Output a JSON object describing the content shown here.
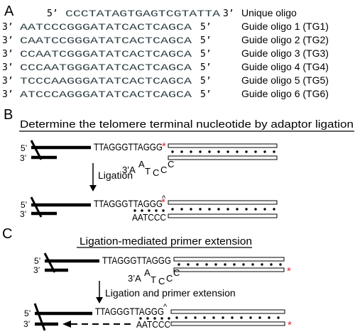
{
  "colors": {
    "ink": "#000000",
    "seq": "#2f3f44",
    "star": "#e0243a",
    "tube": "#ffffff"
  },
  "panel_a": {
    "label": "A",
    "unique": {
      "prefix": "5’",
      "seq": "CCCTATAGTGAGTCGTATTA",
      "suffix": "3’",
      "name": "Unique oligo"
    },
    "guides": [
      {
        "prefix": "3’",
        "seq": "AATCCCGGGATATCACTCAGCA",
        "suffix": "5’",
        "name": "Guide oligo 1 (TG1)"
      },
      {
        "prefix": "3’",
        "seq": "CAATCCGGGATATCACTCAGCA",
        "suffix": "5’",
        "name": "Guide oligo 2 (TG2)"
      },
      {
        "prefix": "3’",
        "seq": "CCAATCGGGATATCACTCAGCA",
        "suffix": "5’",
        "name": "Guide oligo 3 (TG3)"
      },
      {
        "prefix": "3’",
        "seq": "CCCAATGGGATATCACTCAGCA",
        "suffix": "5’",
        "name": "Guide oligo 4 (TG4)"
      },
      {
        "prefix": "3’",
        "seq": "TCCCAAGGGATATCACTCAGCA",
        "suffix": "5’",
        "name": "Guide oligo 5 (TG5)"
      },
      {
        "prefix": "3’",
        "seq": "ATCCCAGGGATATCACTCAGCA",
        "suffix": "5’",
        "name": "Guide oligo 6 (TG6)"
      }
    ]
  },
  "panel_b": {
    "label": "B",
    "title": "Determine the telomere terminal nucleotide by adaptor ligation",
    "five_prime": "5’",
    "three_prime": "3’",
    "telo_seq": "TTAGGGTTAGGG",
    "adaptor_prefix": "3’A",
    "adaptor_curve": [
      "A",
      "T",
      "C",
      "C",
      "C"
    ],
    "arrow_label": "Ligation",
    "ligated_bottom": "AATCCC",
    "star": "*",
    "caret": "^"
  },
  "panel_c": {
    "label": "C",
    "title": "Ligation-mediated primer extension",
    "five_prime": "5’",
    "three_prime": "3’",
    "telo_seq": "TTAGGGTTAGGG",
    "adaptor_prefix": "3’A",
    "adaptor_curve": [
      "A",
      "T",
      "C",
      "C",
      "C"
    ],
    "arrow_label": "Ligation and primer extension",
    "ligated_bottom": "AATCCC",
    "star": "*",
    "caret": "^"
  }
}
